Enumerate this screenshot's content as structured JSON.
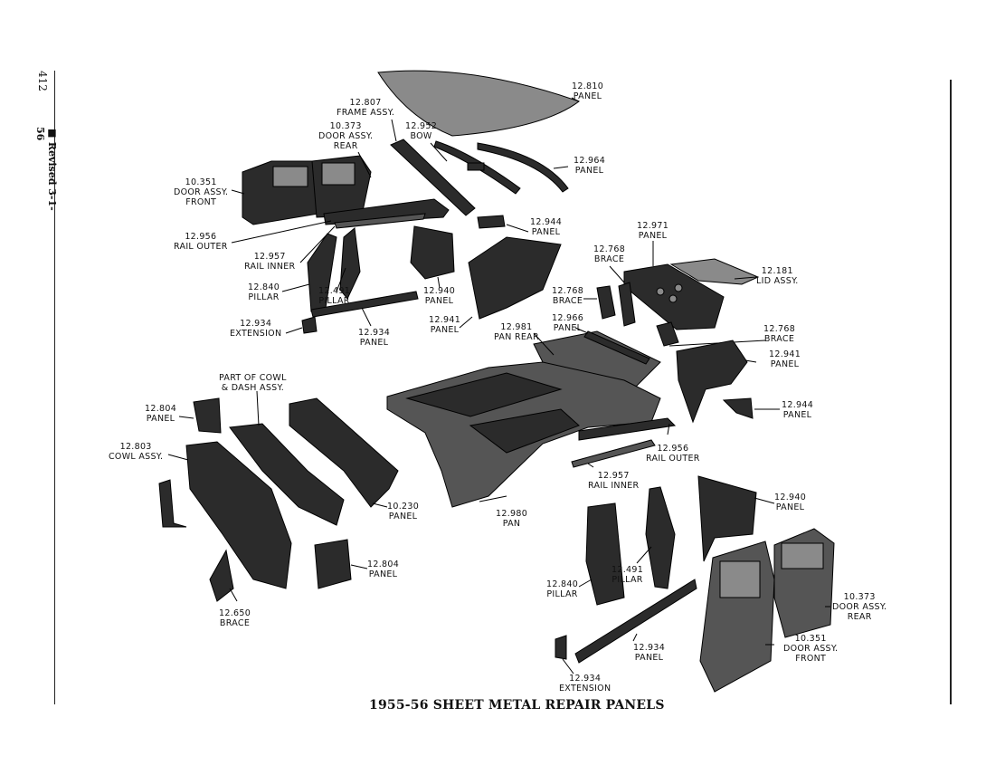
{
  "page": {
    "number": "412",
    "revision": "■ Revised 3-1-56",
    "caption": "1955-56 SHEET METAL REPAIR PANELS"
  },
  "labels": {
    "panel_12810": "12.810\nPANEL",
    "frame_12807": "12.807\nFRAME ASSY.",
    "door_10373_top": "10.373\nDOOR ASSY.\nREAR",
    "bow_12952": "12.952\nBOW",
    "door_10351_top": "10.351\nDOOR ASSY.\nFRONT",
    "panel_12964": "12.964\nPANEL",
    "panel_12944_top": "12.944\nPANEL",
    "rail_outer_12956_top": "12.956\nRAIL OUTER",
    "rail_inner_12957_top": "12.957\nRAIL INNER",
    "pillar_12840_top": "12.840\nPILLAR",
    "pillar_12491_top": "12.491\nPILLAR",
    "panel_12940_top": "12.940\nPANEL",
    "panel_12971": "12.971\nPANEL",
    "brace_12768_a": "12.768\nBRACE",
    "lid_12181": "12.181\nLID ASSY.",
    "brace_12768_b": "12.768\nBRACE",
    "extension_12934_top": "12.934\nEXTENSION",
    "panel_12934_top": "12.934\nPANEL",
    "panel_12941_top": "12.941\nPANEL",
    "pan_rear_12981": "12.981\nPAN REAR",
    "panel_12966": "12.966\nPANEL",
    "brace_12768_c": "12.768\nBRACE",
    "panel_12941_right": "12.941\nPANEL",
    "cowl_part": "PART OF COWL\n& DASH ASSY.",
    "panel_12804_top": "12.804\nPANEL",
    "cowl_12803": "12.803\nCOWL ASSY.",
    "panel_12944_right": "12.944\nPANEL",
    "rail_outer_12956_right": "12.956\nRAIL OUTER",
    "rail_inner_12957_right": "12.957\nRAIL INNER",
    "panel_10230": "10.230\nPANEL",
    "pan_12980": "12.980\nPAN",
    "panel_12940_right": "12.940\nPANEL",
    "panel_12804_bottom": "12.804\nPANEL",
    "pillar_12491_bottom": "12.491\nPILLAR",
    "pillar_12840_bottom": "12.840\nPILLAR",
    "door_10373_bottom": "10.373\nDOOR ASSY.\nREAR",
    "brace_12650": "12.650\nBRACE",
    "panel_12934_bottom": "12.934\nPANEL",
    "door_10351_bottom": "10.351\nDOOR ASSY.\nFRONT",
    "extension_12934_bottom": "12.934\nEXTENSION"
  }
}
